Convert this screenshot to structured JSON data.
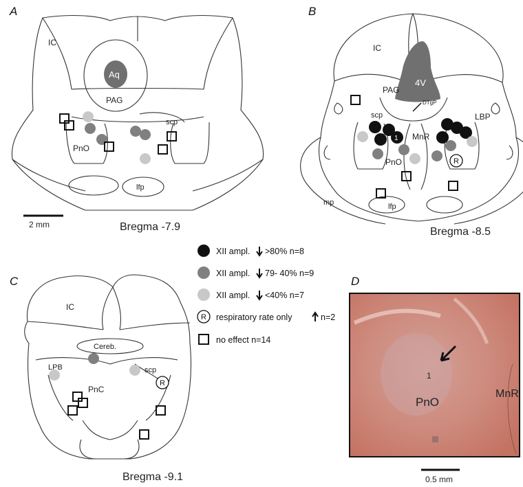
{
  "panels": {
    "a": {
      "letter": "A",
      "bregma": "Bregma -7.9",
      "labels": {
        "ic": "IC",
        "aq": "Aq",
        "pag": "PAG",
        "scp": "scp",
        "pno": "PnO",
        "lfp": "lfp"
      },
      "scale_bar": "2 mm"
    },
    "b": {
      "letter": "B",
      "bregma": "Bregma -8.5",
      "labels": {
        "ic": "IC",
        "fourth_v": "4V",
        "pag": "PAG",
        "dtgp": "DTgP",
        "scp": "scp",
        "lbp": "LBP",
        "mnr": "MnR",
        "pno": "PnO",
        "mp": "mp",
        "lfp": "lfp",
        "one": "1",
        "r": "R"
      }
    },
    "c": {
      "letter": "C",
      "bregma": "Bregma -9.1",
      "labels": {
        "ic": "IC",
        "cereb": "Cereb.",
        "lpb": "LPB",
        "scp": "scp",
        "pnc": "PnC",
        "r": "R"
      }
    },
    "d": {
      "letter": "D",
      "labels": {
        "one": "1",
        "pno": "PnO",
        "mnr": "MnR"
      },
      "scale_bar": "0.5 mm"
    }
  },
  "legend": [
    {
      "text": "XII ampl.",
      "text_after": ">80% n=8",
      "arrow": "down"
    },
    {
      "text": "XII ampl.",
      "text_after": "79- 40% n=9",
      "arrow": "down"
    },
    {
      "text": "XII ampl.",
      "text_after": "<40% n=7",
      "arrow": "down"
    },
    {
      "text": "respiratory rate only",
      "text_after": "n=2",
      "arrow": "up",
      "marker_label": "R"
    },
    {
      "text": "no effect n=14"
    }
  ],
  "colors": {
    "black": "#111111",
    "dark_grey": "#808080",
    "light_grey": "#c8c8c8",
    "aqueduct": "#707070",
    "tissue": "#c98478"
  }
}
